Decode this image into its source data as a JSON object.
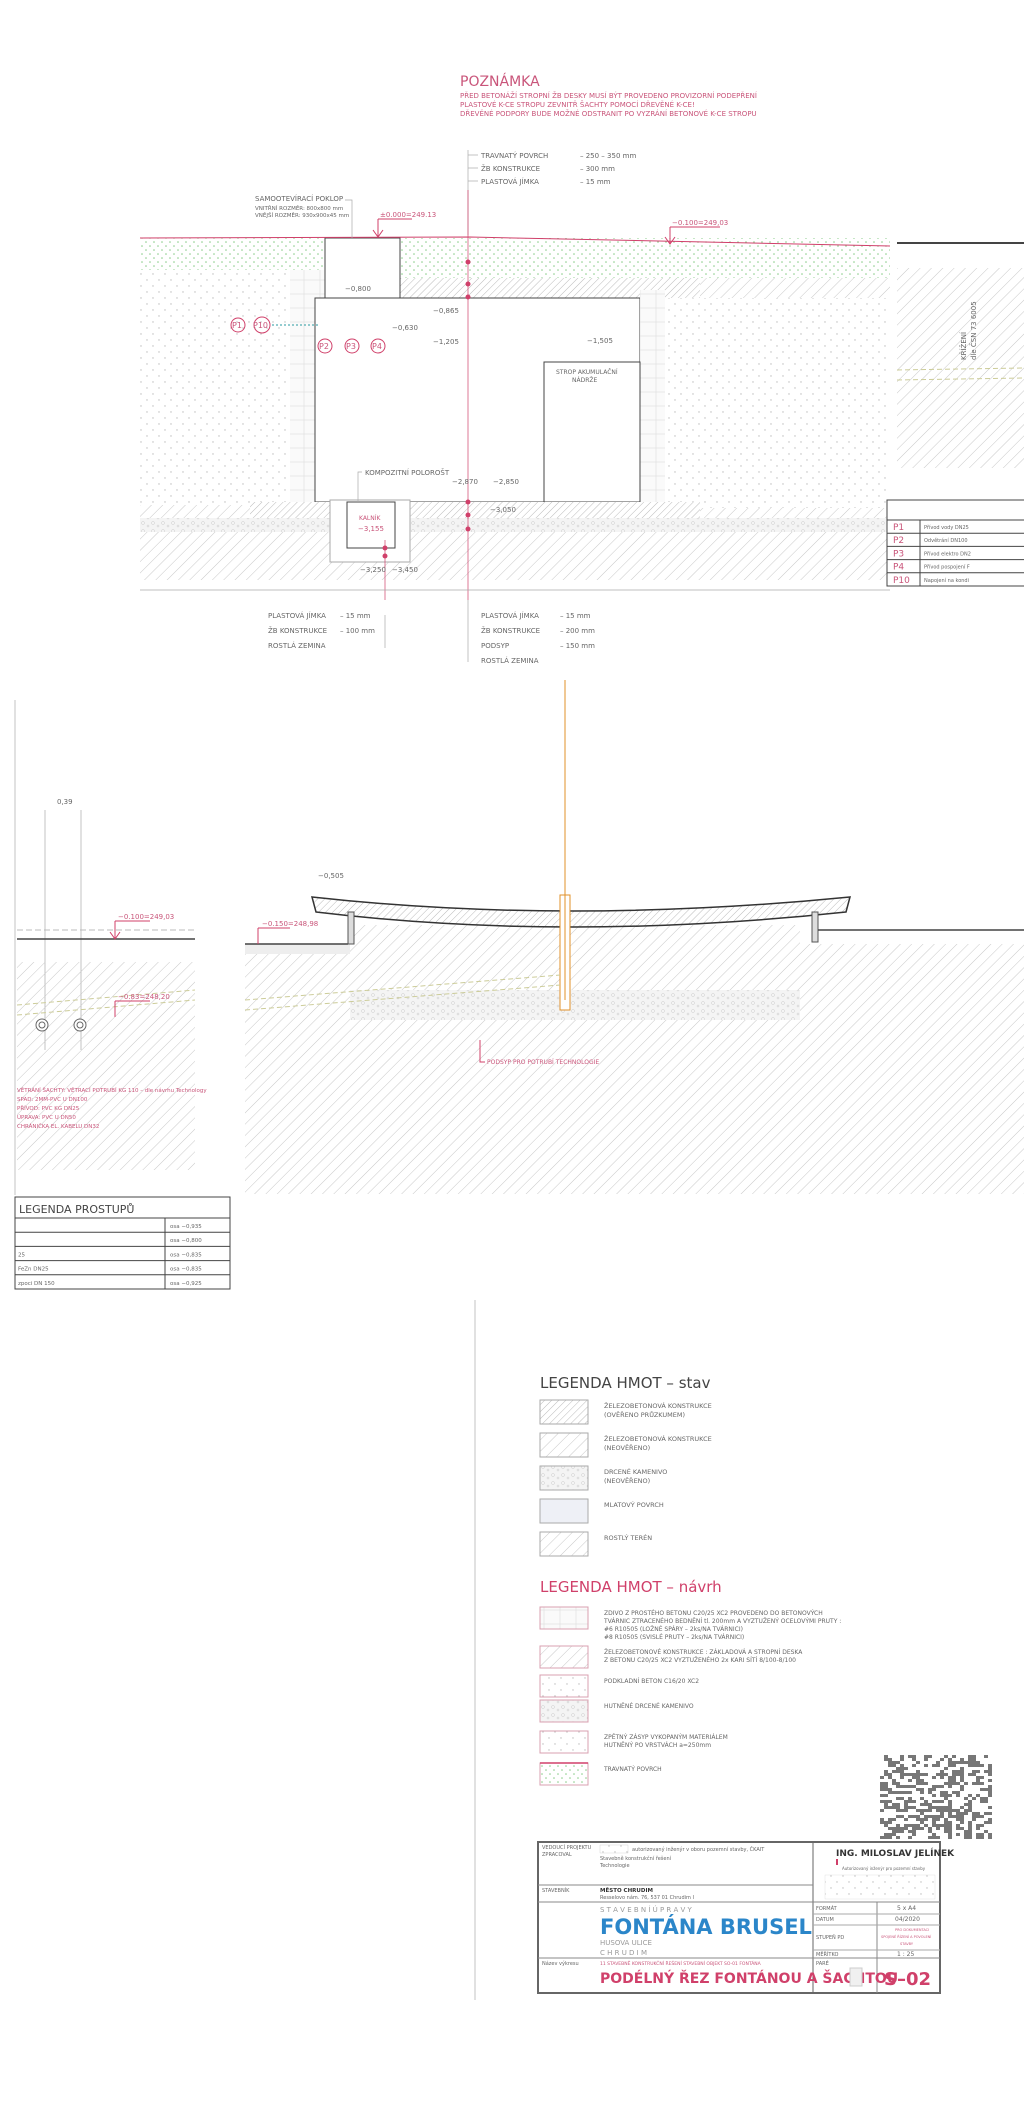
{
  "note": {
    "title": "POZNÁMKA",
    "lines": [
      "PŘED BETONÁŽÍ STROPNÍ ŽB DESKY MUSÍ BÝT PROVEDENO PROVIZORNÍ PODEPŘENÍ",
      "PLASTOVÉ K-CE STROPU ZEVNITŘ ŠACHTY POMOCÍ DŘEVĚNÉ K-CE!",
      "DŘEVĚNÉ PODPORY BUDE MOŽNÉ ODSTRANIT PO VYZRÁNÍ BETONOVÉ K-CE STROPU"
    ]
  },
  "layers_top": [
    {
      "label": "TRAVNATÝ POVRCH",
      "value": "– 250 – 350 mm"
    },
    {
      "label": "ŽB KONSTRUKCE",
      "value": "– 300 mm"
    },
    {
      "label": "PLASTOVÁ JÍMKA",
      "value": "– 15 mm"
    }
  ],
  "layers_bottom_left": [
    {
      "label": "PLASTOVÁ JÍMKA",
      "value": "– 15 mm"
    },
    {
      "label": "ŽB KONSTRUKCE",
      "value": "– 100 mm"
    },
    {
      "label": "ROSTLÁ ZEMINA",
      "value": ""
    }
  ],
  "layers_bottom_right": [
    {
      "label": "PLASTOVÁ JÍMKA",
      "value": "– 15 mm"
    },
    {
      "label": "ŽB KONSTRUKCE",
      "value": "– 200 mm"
    },
    {
      "label": "PODSYP",
      "value": "– 150 mm"
    },
    {
      "label": "ROSTLÁ ZEMINA",
      "value": ""
    }
  ],
  "hatch": {
    "title": "SAMOOTEVÍRACÍ POKLOP",
    "inner": "VNITŘNÍ ROZMĚR: 800x800 mm",
    "outer": "VNĚJŠÍ ROZMĚR: 930x900x45 mm"
  },
  "section_labels": {
    "tank_ceiling": "STROP AKUMULAČNÍ",
    "tank_ceiling2": "NÁDRŽE",
    "grating": "KOMPOZITNÍ POLOROŠT",
    "sump": "KALNÍK",
    "crossing": "KŘÍŽENÍ",
    "crossing2": "dle ČSN 73 6005",
    "pipe_bed": "PODSYP PRO POTRUBÍ TECHNOLOGIE"
  },
  "markers": [
    "P1",
    "P10",
    "P2",
    "P3",
    "P4"
  ],
  "elevations": {
    "zero": "±0.000=249.13",
    "grass_right": "−0.100=249,03",
    "mid_left": "−0.100=249,03",
    "fountain_edge": "−0.150=248,98",
    "pipe": "−0.83=248,20",
    "spacing": "0,39",
    "e1": "−0,800",
    "e2": "−0,865",
    "e3": "−0,630",
    "e4": "−1,205",
    "e5": "−1,505",
    "e6": "−2,870",
    "e7": "−2,850",
    "e8": "−3,050",
    "e9": "−3,155",
    "e10": "−3,250",
    "e11": "−3,450",
    "e12": "−0,505"
  },
  "right_table": {
    "rows": [
      {
        "id": "P1",
        "text": "Přívod vody DN25"
      },
      {
        "id": "P2",
        "text": "Odvětrání DN100"
      },
      {
        "id": "P3",
        "text": "Přívod elektro DN2"
      },
      {
        "id": "P4",
        "text": "Přívod pospojení F"
      },
      {
        "id": "P10",
        "text": "Napojení na kondi"
      }
    ]
  },
  "left_notes": [
    "VĚTRÁNÍ ŠACHTY: VĚTRACÍ POTRUBÍ KG 110 – dle návrhu Technology",
    "SPAD: 2MM-PVC U DN100",
    "PŘÍVOD: PVC KG DN25",
    "ÚPRAVA: PVC U DN50",
    "CHRÁNIČKA EL. KABELU DN32"
  ],
  "legend_prostupu": {
    "title": "LEGENDA PROSTUPŮ",
    "rows": [
      {
        "text": "",
        "value": "osa −0,935"
      },
      {
        "text": "",
        "value": "osa −0,800"
      },
      {
        "text": "25",
        "value": "osa −0,835"
      },
      {
        "text": "FeZn DN25",
        "value": "osa −0,835"
      },
      {
        "text": "zpoci DN 150",
        "value": "osa −0,925"
      }
    ]
  },
  "legend_stav": {
    "title": "LEGENDA HMOT – stav",
    "items": [
      [
        "ŽELEZOBETONOVÁ KONSTRUKCE",
        "(OVĚŘENO PRŮZKUMEM)"
      ],
      [
        "ŽELEZOBETONOVÁ KONSTRUKCE",
        "(NEOVĚŘENO)"
      ],
      [
        "DRCENÉ KAMENIVO",
        "(NEOVĚŘENO)"
      ],
      [
        "MLATOVÝ POVRCH",
        ""
      ],
      [
        "ROSTLÝ TERÉN",
        ""
      ]
    ]
  },
  "legend_navrh": {
    "title": "LEGENDA HMOT – návrh",
    "items": [
      [
        "ZDIVO Z PROSTÉHO BETONU C20/25 XC2 PROVEDENO DO BETONOVÝCH",
        "TVÁRNIC ZTRACENÉHO BEDNĚNÍ tl. 200mm A VYZTUŽENÝ OCELOVÝMI PRUTY :",
        "#6 R10505 (LOŽNÉ SPÁRY – 2ks/NA TVÁRNICI)",
        "#8 R10505 (SVISLÉ PRUTY – 2ks/NA TVÁRNICI)"
      ],
      [
        "ŽELEZOBETONOVÉ KONSTRUKCE : ZÁKLADOVÁ A STROPNÍ DESKA",
        "Z BETONU C20/25 XC2 VYZTUŽENÉHO 2x KARI SÍTÍ 8/100-8/100"
      ],
      [
        "PODKLADNÍ BETON C16/20 XC2"
      ],
      [
        "HUTNĚNÉ DRCENÉ KAMENIVO"
      ],
      [
        "ZPĚTNÝ ZÁSYP VYKOPANÝM MATERIÁLEM",
        "HUTNĚNÝ PO VRSTVÁCH a=250mm"
      ],
      [
        "TRAVNATÝ POVRCH"
      ]
    ]
  },
  "title_block": {
    "lead_label": "VEDOUCÍ PROJEKTU",
    "author_label": "ZPRACOVAL",
    "lead_value": "autorizovaný inženýr v oboru pozemní stavby, ČKAIT",
    "author_value": "Stavebně konstrukční řešení",
    "author_value2": "Technologie",
    "investor_label": "STAVEBNÍK",
    "investor_name": "MĚSTO CHRUDIM",
    "investor_address": "Resselovo nám. 76, 537 01 Chrudim I",
    "project_kicker": "S T A V E B N Í   Ú P R A V Y",
    "project_name": "FONTÁNA BRUSEL",
    "street": "HUSOVA ULICE",
    "city": "C H R U D I M",
    "drawing_label": "Název výkresu",
    "drawing_sub": "11 STAVEBNĚ KONSTRUKČNÍ ŘEŠENÍ     STAVEBNÍ OBJEKT     SO-01 FONTÁNA",
    "drawing_name": "PODÉLNÝ ŘEZ FONTÁNOU A ŠACHTOU",
    "company": "ING. MILOSLAV JELÍNEK",
    "company_sub": "Autorizovaný inženýr pro pozemní stavby",
    "format_label": "FORMÁT",
    "format_value": "5 x A4",
    "date_label": "DATUM",
    "date_value": "04/2020",
    "stage_label": "STUPEŇ PD",
    "stage_value1": "PRO DOKUMENTACI",
    "stage_value2": "SPOJENÉ ŘÍZENÍ A POVOLENÍ",
    "stage_value3": "STAVBY",
    "scale_label": "MĚŘÍTKO",
    "scale_value": "1 : 25",
    "copies_label": "PARÉ",
    "sheet_number": "S–02"
  },
  "colors": {
    "accent_red": "#d0406a",
    "brand_blue": "#2b86c9",
    "line": "#555555"
  }
}
